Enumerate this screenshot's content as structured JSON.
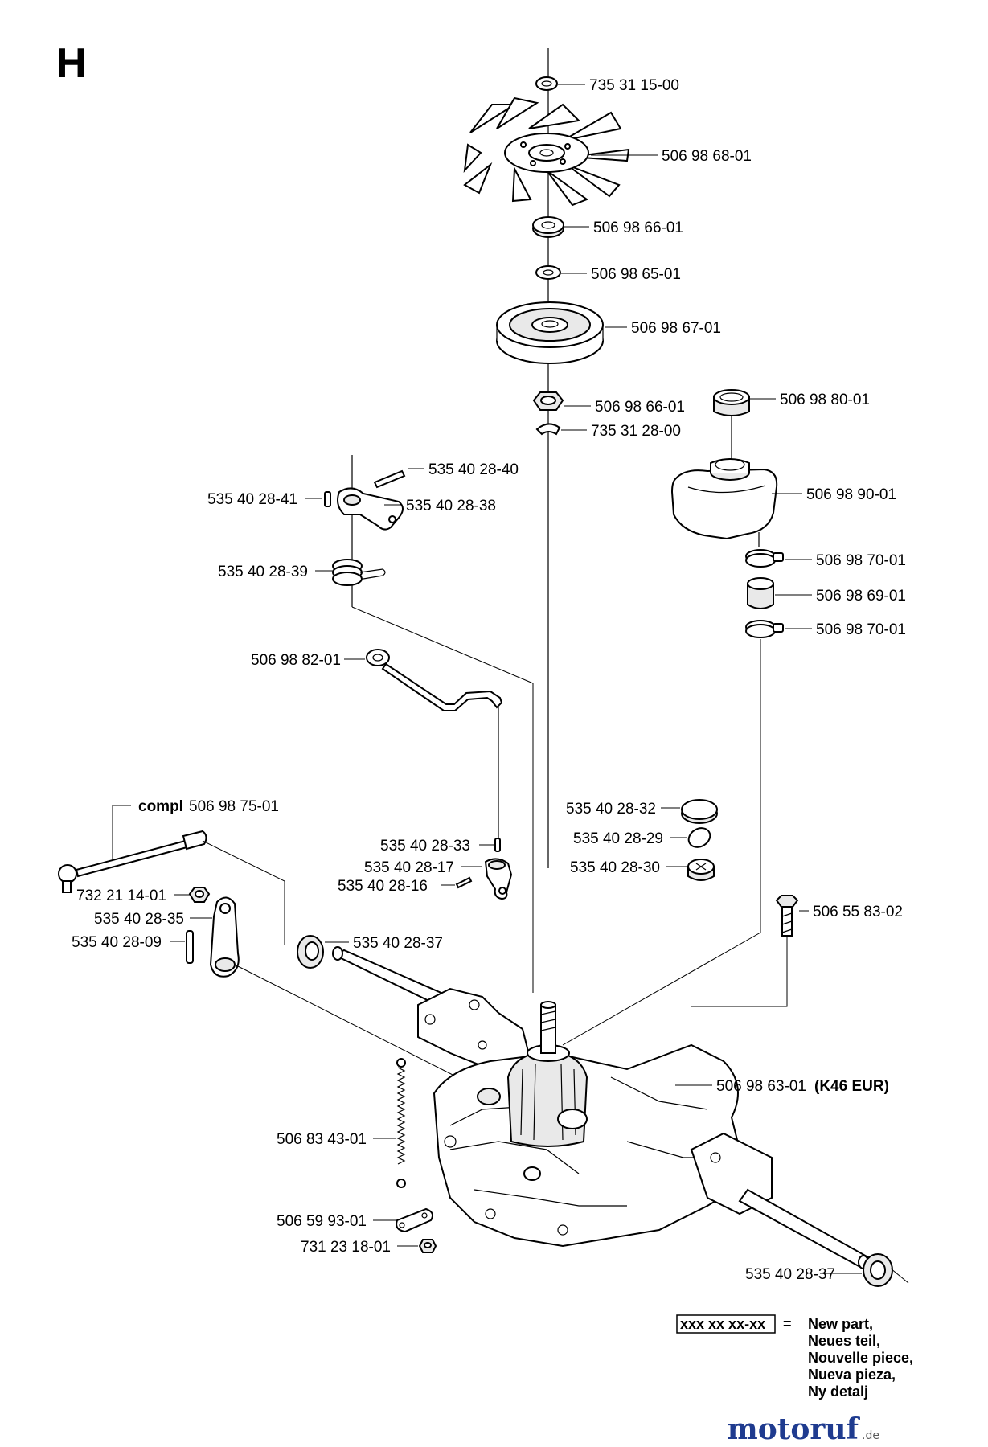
{
  "sheet": {
    "letter": "H"
  },
  "parts": {
    "fan_nut": "735 31 15-00",
    "fan": "506 98 68-01",
    "spacer_top": "506 98 66-01",
    "washer_top": "506 98 65-01",
    "pulley": "506 98 67-01",
    "spacer_nut": "506 98 66-01",
    "retainer_clip": "735 31 28-00",
    "pin_upper": "535 40 28-40",
    "pin_small": "535 40 28-41",
    "bypass_arm": "535 40 28-38",
    "spring_torsion": "535 40 28-39",
    "bypass_rod": "506 98 82-01",
    "reservoir_cap": "506 98 80-01",
    "reservoir": "506 98 90-01",
    "hose_clamp_upper": "506 98 70-01",
    "hose": "506 98 69-01",
    "hose_clamp_lower": "506 98 70-01",
    "control_rod_prefix": "compl",
    "control_rod": "506 98 75-01",
    "seal_cap": "535 40 28-32",
    "o_ring": "535 40 28-29",
    "plug": "535 40 28-30",
    "pin_33": "535 40 28-33",
    "arm_17": "535 40 28-17",
    "pin_16": "535 40 28-16",
    "nut_732": "732 21 14-01",
    "control_arm": "535 40 28-35",
    "pin_09": "535 40 28-09",
    "bolt": "506 55 83-02",
    "axle_seal_left": "535 40 28-37",
    "transaxle": "506 98 63-01",
    "transaxle_note": "(K46 EUR)",
    "spring_long": "506 83 43-01",
    "bracket": "506 59 93-01",
    "nut_731": "731 23 18-01",
    "axle_seal_right": "535 40 28-37"
  },
  "legend": {
    "code": "xxx xx xx-xx",
    "equals": "=",
    "lines": [
      "New part,",
      "Neues teil,",
      "Nouvelle piece,",
      "Nueva pieza,",
      "Ny detalj"
    ]
  },
  "watermark": {
    "name": "motoruf",
    "suffix": ".de"
  }
}
